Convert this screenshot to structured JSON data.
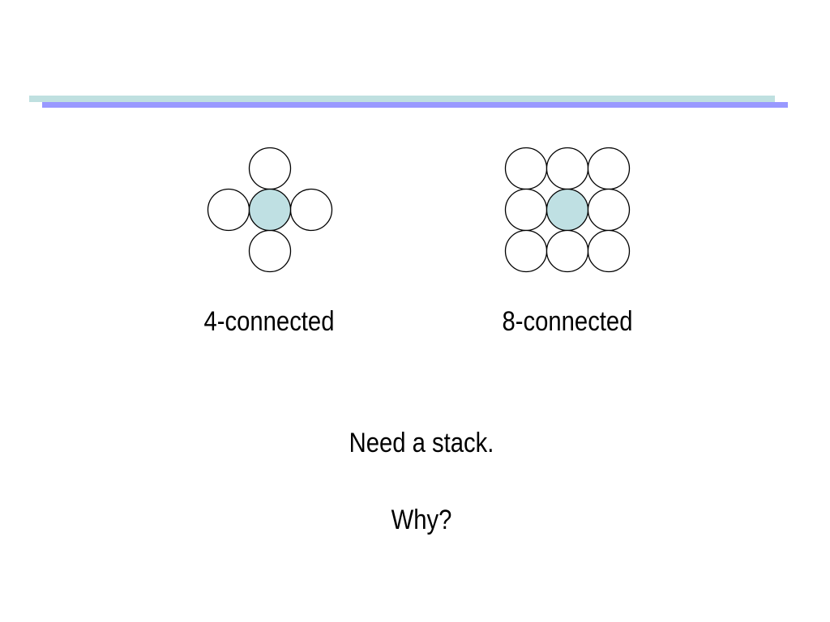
{
  "colors": {
    "bar_top": "#bfe0e0",
    "bar_bottom": "#9999ff",
    "center_fill": "#bfe0e3",
    "circle_stroke": "#000000"
  },
  "diagrams": {
    "four": {
      "label": "4-connected"
    },
    "eight": {
      "label": "8-connected"
    }
  },
  "text": {
    "need_stack": "Need a stack.",
    "why": "Why?"
  }
}
